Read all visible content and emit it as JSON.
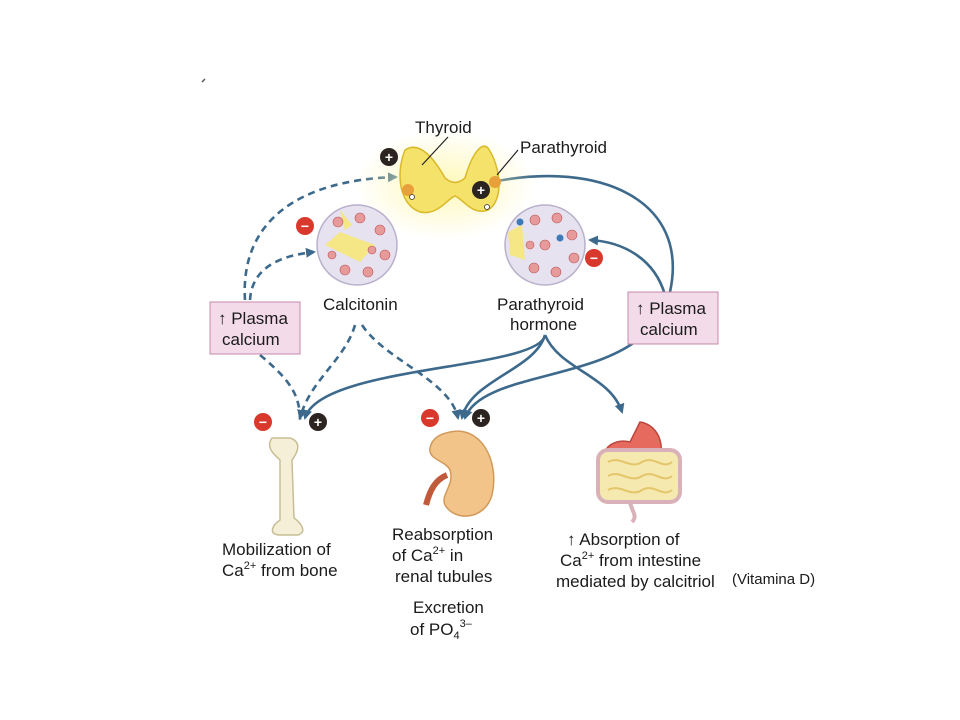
{
  "figure": {
    "labels": {
      "thyroid": "Thyroid",
      "parathyroid": "Parathyroid",
      "calcitonin": "Calcitonin",
      "pth_line1": "Parathyroid",
      "pth_line2": "hormone",
      "plasma_left_line1": "↑ Plasma",
      "plasma_left_line2": "calcium",
      "plasma_right_line1": "↑ Plasma",
      "plasma_right_line2": "calcium",
      "bone_line1": "Mobilization of",
      "bone_line2_prefix": "Ca",
      "bone_line2_sup": "2+",
      "bone_line2_suffix": " from bone",
      "kidney_line1": "Reabsorption",
      "kidney_line2_prefix": "of Ca",
      "kidney_line2_sup": "2+",
      "kidney_line2_suffix": " in",
      "kidney_line3": "renal tubules",
      "excretion_line1": "Excretion",
      "excretion_line2_prefix": "of PO",
      "excretion_line2_sub": "4",
      "excretion_line2_sup": "3–",
      "intestine_line1": "↑ Absorption of",
      "intestine_line2_prefix": "Ca",
      "intestine_line2_sup": "2+",
      "intestine_line2_suffix": " from intestine",
      "intestine_line3": "mediated by calcitriol",
      "vitamin_note": "(Vitamina D)"
    },
    "signs": {
      "plus": "+",
      "minus": "−"
    },
    "colors": {
      "arrow": "#3d6a8c",
      "box_fill": "#f3dbe9",
      "box_stroke": "#c48aaa",
      "gland": "#f4e26a",
      "plus_badge": "#2c2420",
      "minus_badge": "#d8392c"
    }
  }
}
